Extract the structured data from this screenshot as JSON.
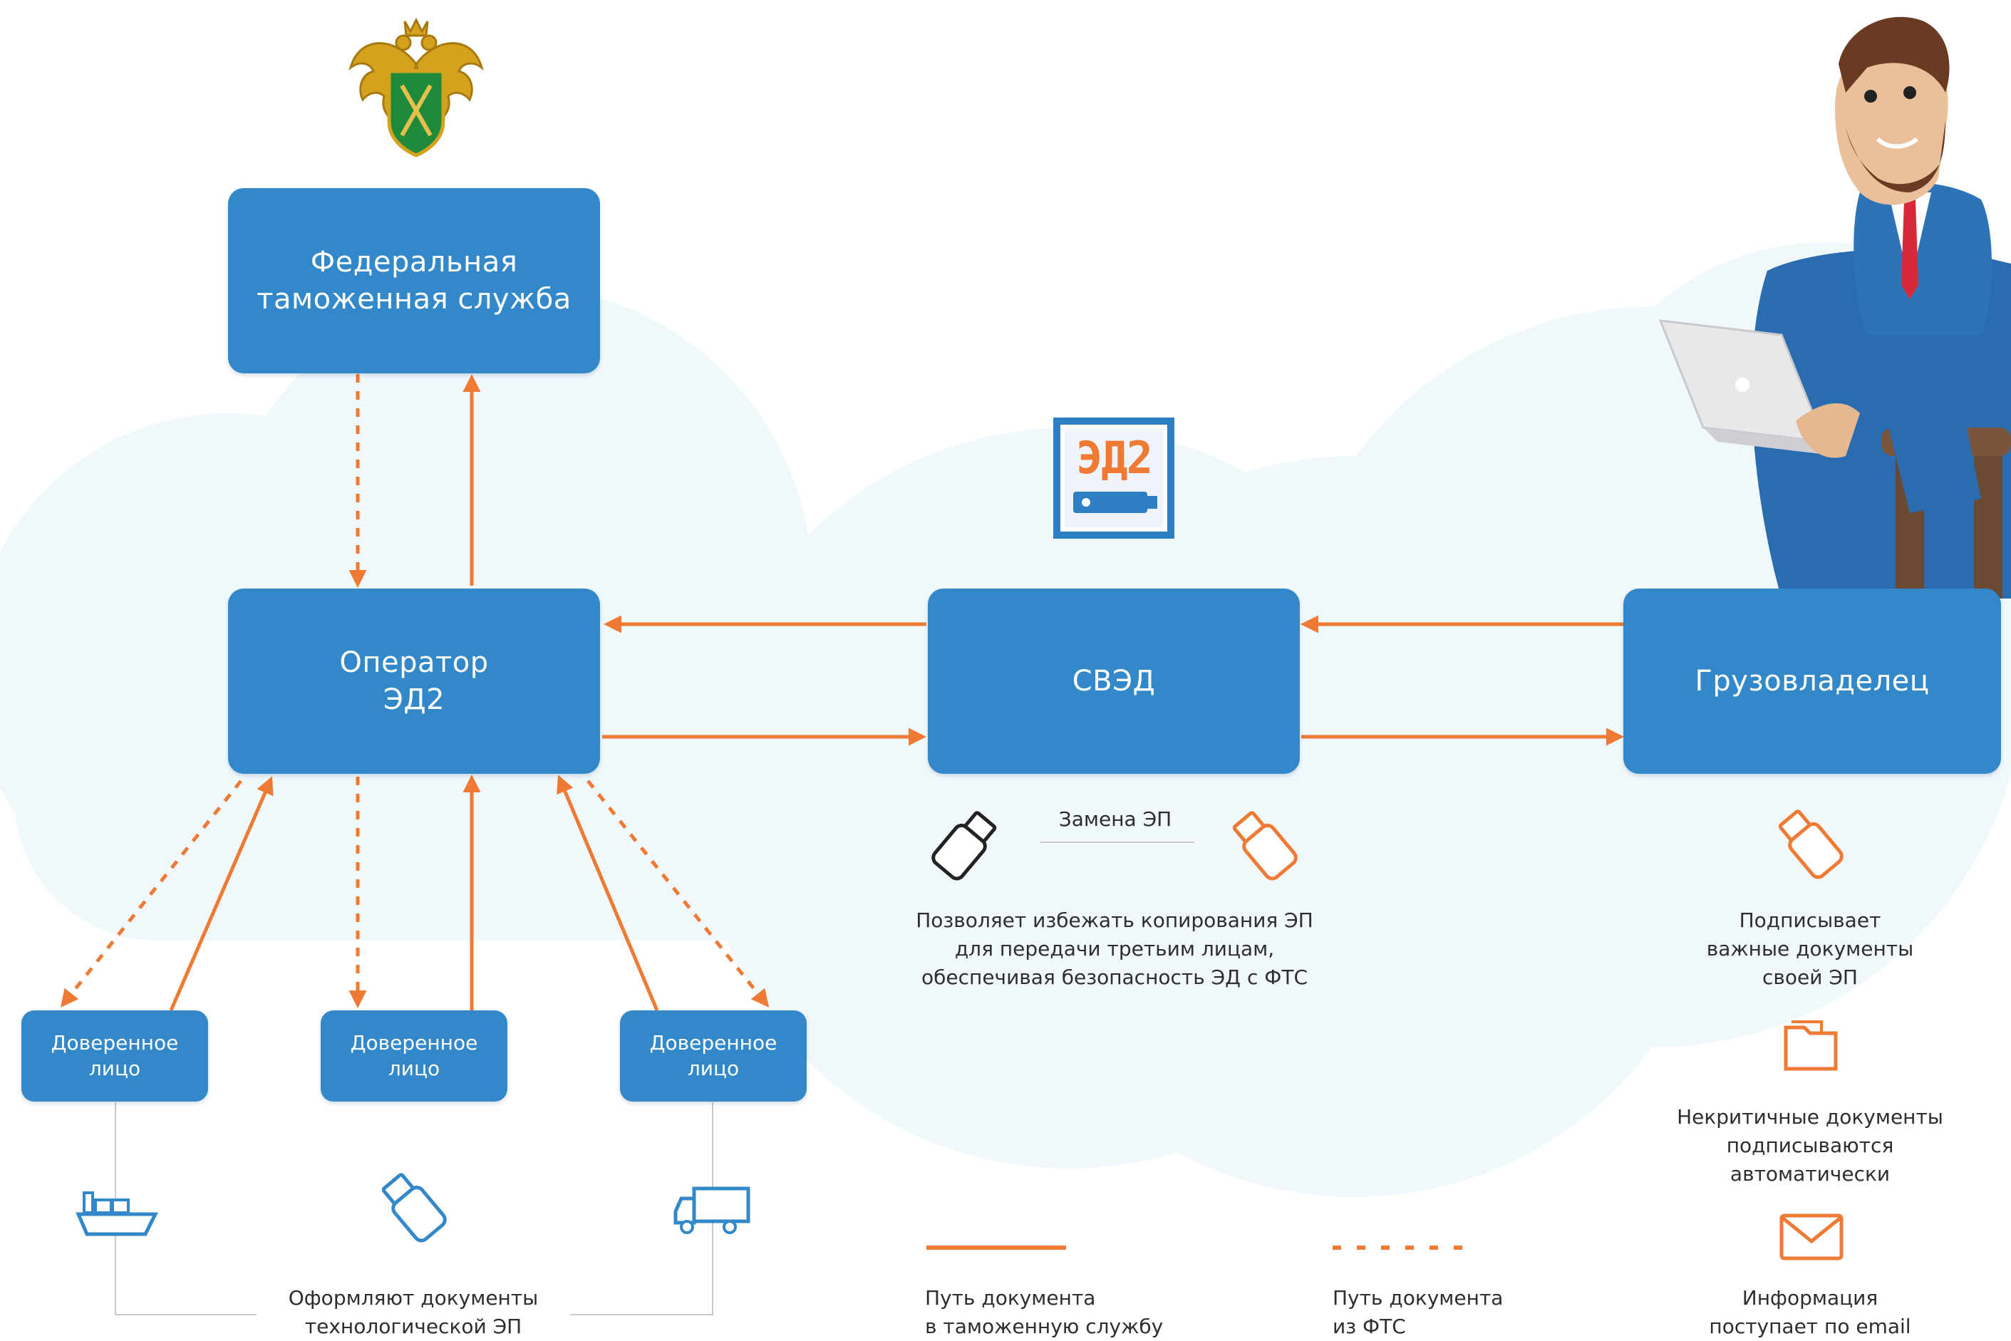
{
  "nodes": {
    "fts": [
      "Федеральная",
      "таможенная служба"
    ],
    "operator": [
      "Оператор",
      "ЭД2"
    ],
    "sved": "СВЭД",
    "owner": "Грузовладелец",
    "trusted": [
      "Доверенное",
      "лицо"
    ]
  },
  "sved_logo": {
    "text": "ЭД2"
  },
  "ep_replace": {
    "title": "Замена ЭП"
  },
  "captions": {
    "sved": [
      "Позволяет избежать копирования ЭП",
      "для передачи третьим лицам,",
      "обеспечивая безопасность ЭД с ФТС"
    ],
    "owner_sign": [
      "Подписывает",
      "важные документы",
      "своей ЭП"
    ],
    "owner_auto": [
      "Некритичные документы",
      "подписываются",
      "автоматически"
    ],
    "owner_email": [
      "Информация",
      "поступает по email"
    ],
    "trusted_docs": [
      "Оформляют документы",
      "технологической ЭП"
    ]
  },
  "legend": {
    "to_customs": [
      "Путь документа",
      "в таможенную службу"
    ],
    "from_fts": [
      "Путь документа",
      "из ФТС"
    ]
  },
  "colors": {
    "box_blue": "#3288c9",
    "arrow_orange": "#ee7a34",
    "cloud": "#f0f8fc",
    "icon_orange": "#ee7a34",
    "icon_blue": "#3288c9",
    "icon_dark": "#222222"
  }
}
